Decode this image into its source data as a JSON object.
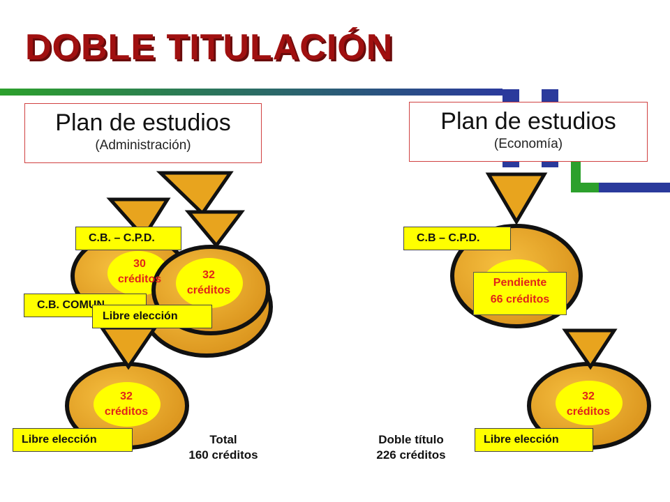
{
  "title": "DOBLE TITULACIÓN",
  "left_plan": {
    "main": "Plan de estudios",
    "sub": "(Administración)"
  },
  "right_plan": {
    "main": "Plan de estudios",
    "sub": "(Economía)"
  },
  "left_labels": {
    "cb_cpd": "C.B. – C.P.D.",
    "cb_comun": "C.B. COMUN",
    "libre_mid": "Libre elección",
    "libre_bottom": "Libre elección"
  },
  "left_credits": {
    "bag30": [
      "30",
      "créditos"
    ],
    "bag32_top": [
      "32",
      "créditos"
    ],
    "bag32_bottom": [
      "32",
      "créditos"
    ]
  },
  "right_labels": {
    "cb_cpd": "C.B – C.P.D.",
    "libre_bottom": "Libre elección"
  },
  "right_credits": {
    "pendiente": [
      "Pendiente",
      "66 créditos"
    ],
    "bag32": [
      "32",
      "créditos"
    ]
  },
  "totals": {
    "total": [
      "Total",
      "160 créditos"
    ],
    "doble": [
      "Doble título",
      "226 créditos"
    ]
  },
  "colors": {
    "title": "#a01010",
    "bag": "#e8a41e",
    "bag_inner": "#ffff00",
    "label": "#ffff00",
    "credit_text": "#e0241a",
    "line_green": "#2ca02c",
    "line_blue": "#2a3a9c"
  }
}
